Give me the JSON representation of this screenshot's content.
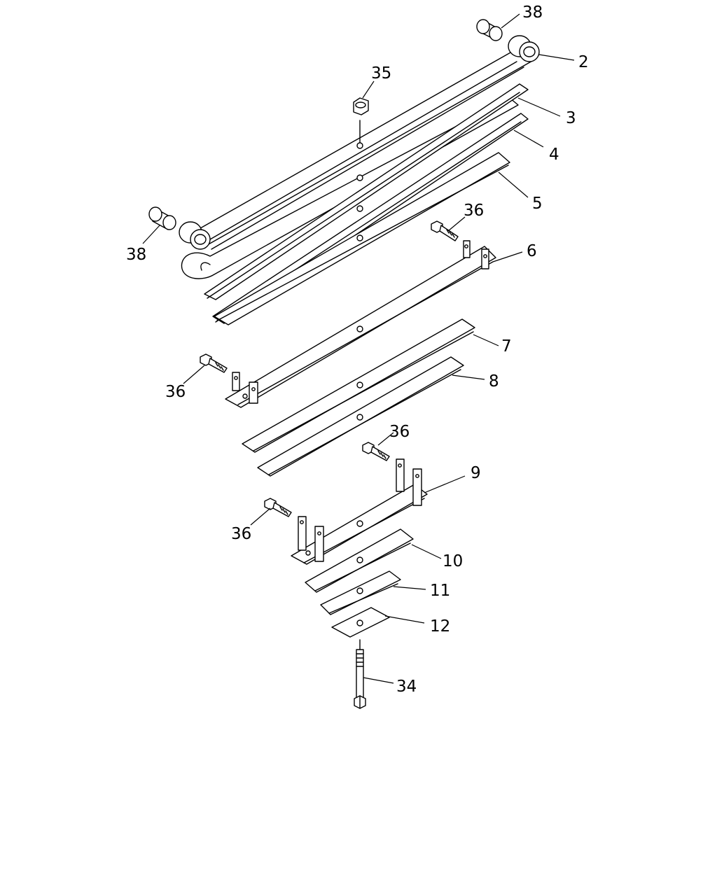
{
  "diagram": {
    "callouts": {
      "c38_top": "38",
      "c2": "2",
      "c35": "35",
      "c3": "3",
      "c4": "4",
      "c5": "5",
      "c36_a": "36",
      "c38_left": "38",
      "c6": "6",
      "c7": "7",
      "c36_b": "36",
      "c8": "8",
      "c36_c": "36",
      "c9": "9",
      "c36_d": "36",
      "c10": "10",
      "c11": "11",
      "c12": "12",
      "c34": "34"
    }
  }
}
